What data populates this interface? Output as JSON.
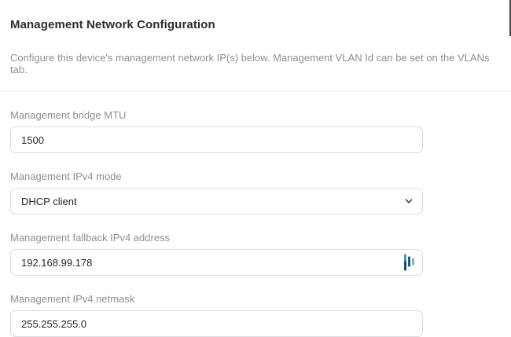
{
  "header": {
    "title": "Management Network Configuration",
    "description": "Configure this device's management network IP(s) below. Management VLAN Id can be set on the VLANs tab."
  },
  "fields": [
    {
      "label": "Management bridge MTU",
      "value": "1500",
      "type": "text"
    },
    {
      "label": "Management IPv4 mode",
      "value": "DHCP client",
      "type": "select",
      "icon": "chevron-down-icon"
    },
    {
      "label": "Management fallback IPv4 address",
      "value": "192.168.99.178",
      "type": "text",
      "icon": "autofill-bars-icon"
    },
    {
      "label": "Management IPv4 netmask",
      "value": "255.255.255.0",
      "type": "text"
    }
  ],
  "colors": {
    "text_primary": "#292c30",
    "text_secondary": "#8b9097",
    "input_border": "#d8dde3",
    "divider": "#f2f3f5",
    "icon_teal_dark": "#15516b",
    "icon_teal": "#1b6076",
    "icon_teal_light": "#80b1bd",
    "chevron": "#3b4046"
  }
}
